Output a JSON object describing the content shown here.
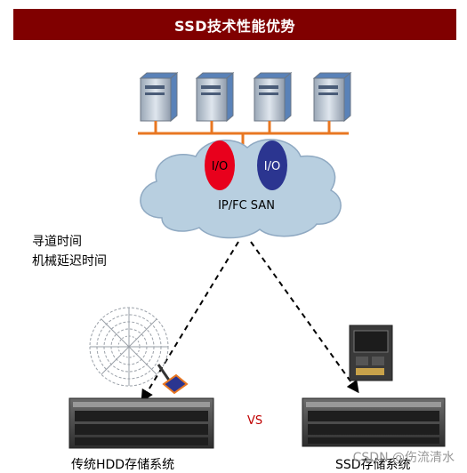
{
  "title": "SSD技术性能优势",
  "cloud_label": "IP/FC SAN",
  "io_labels": [
    "I/O",
    "I/O"
  ],
  "latency_labels": [
    "寻道时间",
    "机械延迟时间"
  ],
  "vs_label": "VS",
  "systems": {
    "hdd_label": "传统HDD存储系统",
    "ssd_label": "SSD存储系统"
  },
  "watermark": "CSDN @伤流清水",
  "colors": {
    "title_bg": "#800000",
    "network_line": "#e87722",
    "cloud": "#b8cfe0",
    "io_red": "#e8001c",
    "io_blue": "#2b3590"
  }
}
